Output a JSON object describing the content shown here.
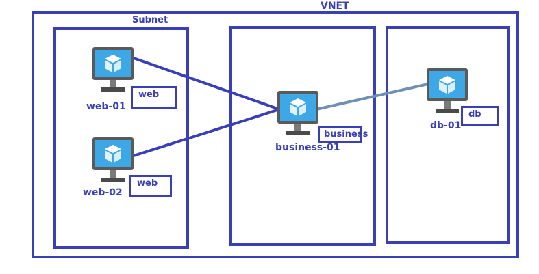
{
  "vnet": {
    "label": "VNET"
  },
  "subnet": {
    "label": "Subnet"
  },
  "vms": [
    {
      "name": "web-01",
      "tag": "web",
      "icon": "virtual-machine-icon"
    },
    {
      "name": "web-02",
      "tag": "web",
      "icon": "virtual-machine-icon"
    },
    {
      "name": "business-01",
      "tag": "business",
      "icon": "virtual-machine-icon"
    },
    {
      "name": "db-01",
      "tag": "db",
      "icon": "virtual-machine-icon"
    }
  ],
  "colors": {
    "border": "#3b3fb6",
    "link_web": "#3b3fb6",
    "link_db": "#6f8fb5",
    "monitor_frame": "#5a5a5a",
    "monitor_screen": "#3ea8e6",
    "cube": "#ffffff"
  }
}
